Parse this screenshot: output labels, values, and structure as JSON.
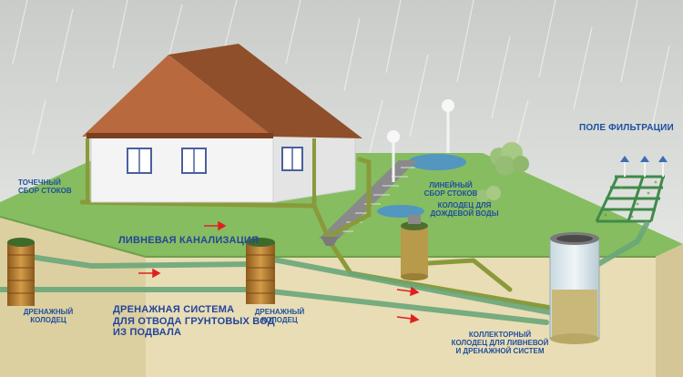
{
  "labels": {
    "point_collection": [
      "ТОЧЕЧНЫЙ",
      "СБОР СТОКОВ"
    ],
    "linear_collection": [
      "ЛИНЕЙНЫЙ",
      "СБОР СТОКОВ"
    ],
    "rain_well": [
      "КОЛОДЕЦ ДЛЯ",
      "ДОЖДЕВОЙ ВОДЫ"
    ],
    "storm_sewer": "ЛИВНЕВАЯ КАНАЛИЗАЦИЯ",
    "drain_well_left": [
      "ДРЕНАЖНЫЙ",
      "КОЛОДЕЦ"
    ],
    "drain_well_mid": [
      "ДРЕНАЖНЫЙ",
      "КОЛОДЕЦ"
    ],
    "drainage_system": [
      "ДРЕНАЖНАЯ СИСТЕМА",
      "ДЛЯ ОТВОДА ГРУНТОВЫХ ВОД",
      "ИЗ ПОДВАЛА"
    ],
    "collector_well": [
      "КОЛЛЕКТОРНЫЙ",
      "КОЛОДЕЦ ДЛЯ ЛИВНЕВОЙ",
      "И ДРЕНАЖНОЙ СИСТЕМ"
    ],
    "filtration_field": "ПОЛЕ ФИЛЬТРАЦИИ"
  },
  "colors": {
    "grass": "#7fb85a",
    "soil": "#e6dab0",
    "pipe": "#8a9a3a",
    "drain_pipe": "#6aa77a",
    "roof": "#9a5a34",
    "walls": "#f2f2f2",
    "well": "#b77a2e",
    "water": "#4a8fd0",
    "arrow": "#e02020",
    "label": "#1f4f9c"
  }
}
